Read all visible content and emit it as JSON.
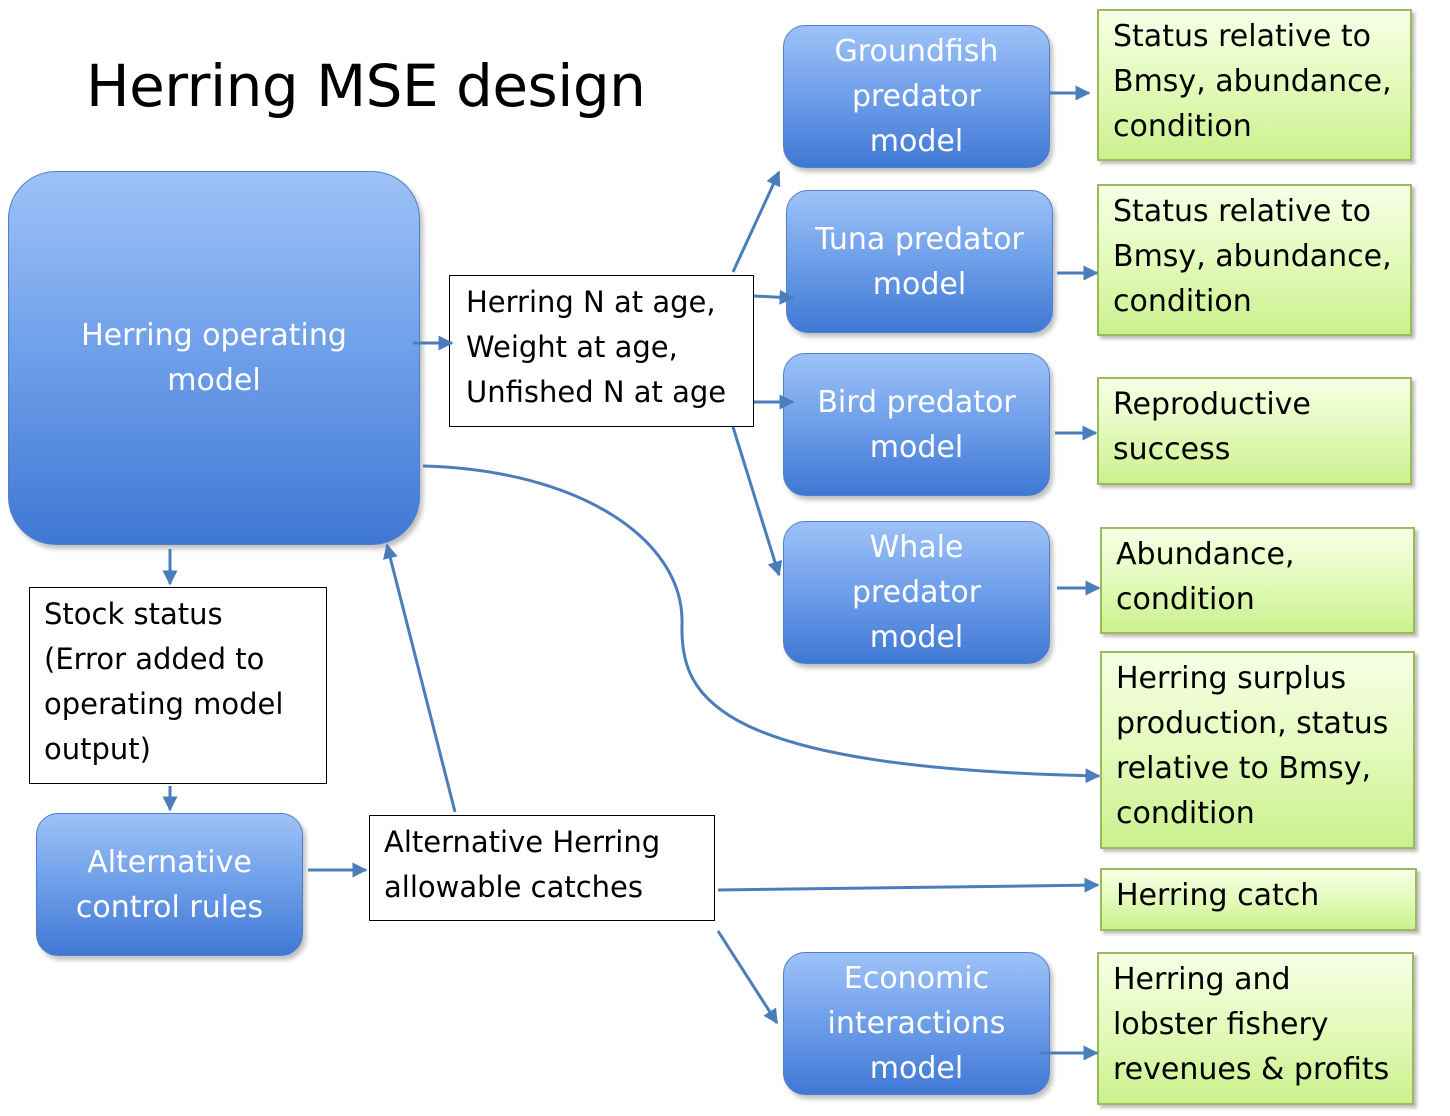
{
  "title": "Herring MSE design",
  "nodes": {
    "operating_model": "Herring operating\nmodel",
    "n_at_age": "Herring N at age,\nWeight at age,\nUnfished N at age",
    "stock_status": "Stock status\n(Error added to\noperating model\noutput)",
    "control_rules": "Alternative\ncontrol rules",
    "allowable_catches": "Alternative Herring\nallowable catches",
    "groundfish": "Groundfish\npredator\nmodel",
    "tuna": "Tuna predator\nmodel",
    "bird": "Bird predator\nmodel",
    "whale": "Whale\npredator\nmodel",
    "economic": "Economic\ninteractions\nmodel"
  },
  "outputs": {
    "groundfish": "Status relative to\nBmsy, abundance,\ncondition",
    "tuna": "Status relative to\nBmsy, abundance,\ncondition",
    "bird": "Reproductive\nsuccess",
    "whale": "Abundance,\ncondition",
    "herring_status": "Herring surplus\nproduction, status\nrelative to Bmsy,\ncondition",
    "herring_catch": "Herring catch",
    "economic": "Herring and\nlobster fishery\nrevenues & profits"
  },
  "colors": {
    "arrow": "#4a7ebb",
    "box_blue": "#4f81bd",
    "box_green": "#9bbb59"
  }
}
